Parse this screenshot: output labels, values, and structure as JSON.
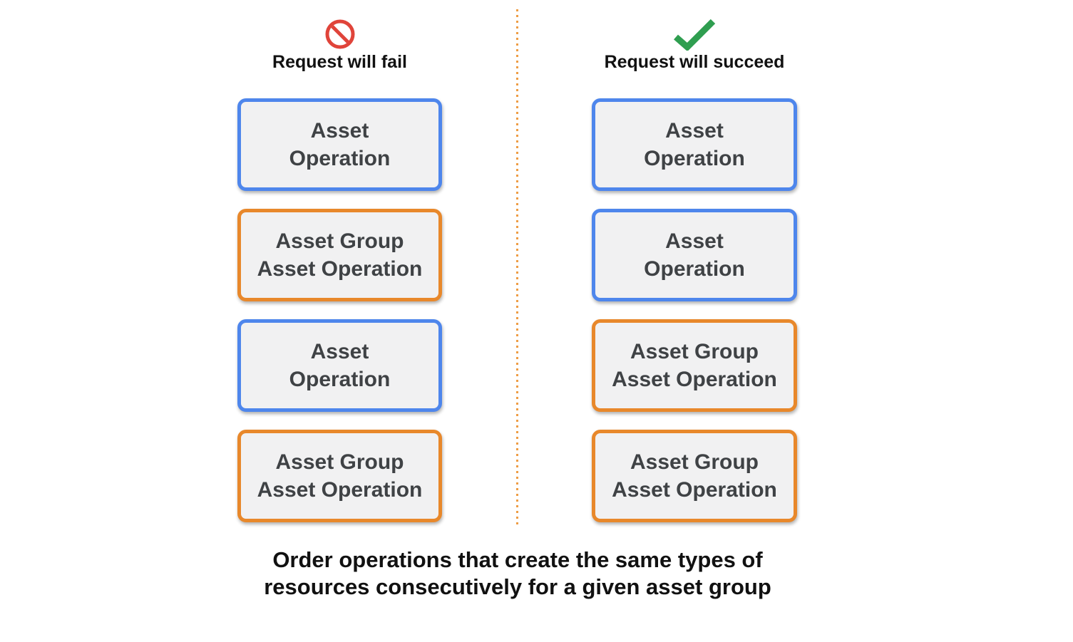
{
  "colors": {
    "blue_border": "#4E86EC",
    "orange_border": "#E8882B",
    "box_background": "#F1F1F2",
    "box_text": "#3F4245",
    "heading_text": "#111111",
    "fail_icon_red": "#E0443A",
    "success_icon_green": "#2F9E50",
    "divider_dot_orange": "#EE9D45"
  },
  "columns": [
    {
      "id": "fail",
      "icon": "prohibition-icon",
      "title": "Request will fail",
      "boxes": [
        {
          "type": "asset-operation",
          "border": "blue",
          "lines": [
            "Asset",
            "Operation"
          ]
        },
        {
          "type": "asset-group-asset-operation",
          "border": "orange",
          "lines": [
            "Asset Group",
            "Asset Operation"
          ]
        },
        {
          "type": "asset-operation",
          "border": "blue",
          "lines": [
            "Asset",
            "Operation"
          ]
        },
        {
          "type": "asset-group-asset-operation",
          "border": "orange",
          "lines": [
            "Asset Group",
            "Asset Operation"
          ]
        }
      ]
    },
    {
      "id": "succeed",
      "icon": "checkmark-icon",
      "title": "Request will succeed",
      "boxes": [
        {
          "type": "asset-operation",
          "border": "blue",
          "lines": [
            "Asset",
            "Operation"
          ]
        },
        {
          "type": "asset-operation",
          "border": "blue",
          "lines": [
            "Asset",
            "Operation"
          ]
        },
        {
          "type": "asset-group-asset-operation",
          "border": "orange",
          "lines": [
            "Asset Group",
            "Asset Operation"
          ]
        },
        {
          "type": "asset-group-asset-operation",
          "border": "orange",
          "lines": [
            "Asset Group",
            "Asset Operation"
          ]
        }
      ]
    }
  ],
  "caption": {
    "line1": "Order operations that create the same types of",
    "line2": "resources consecutively for a given asset group"
  }
}
